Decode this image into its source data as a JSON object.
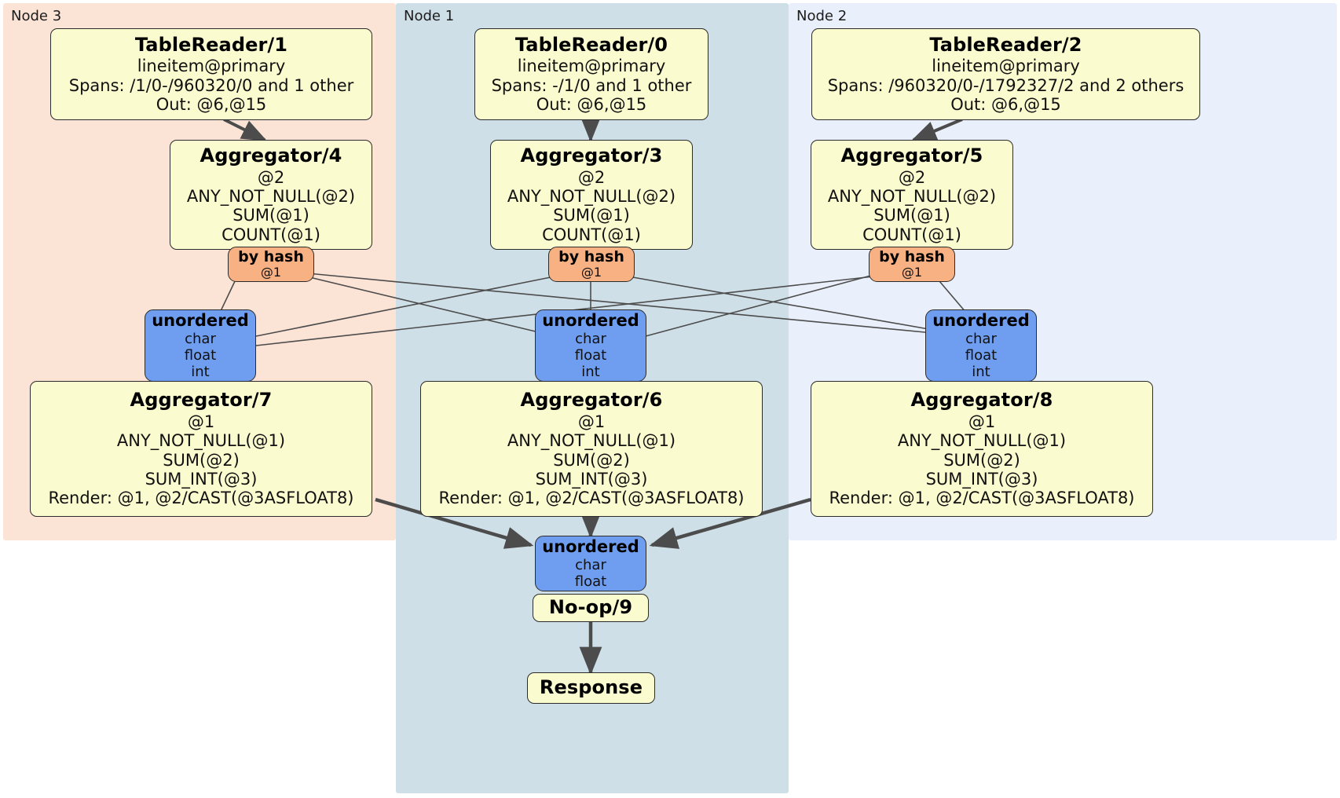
{
  "diagram": {
    "type": "distributed-query-plan",
    "colors": {
      "node3_bg": "#fbe3d6",
      "node1_bg": "#cfdfe8",
      "node2_bg": "#eaf0fb",
      "processor_bg": "#fbfbd0",
      "router_bg": "#f7b183",
      "synchronizer_bg": "#6f9ef0",
      "stroke": "#2b2b2b",
      "edge": "#4c4c4c"
    }
  },
  "clusters": [
    {
      "id": "node3",
      "label": "Node 3"
    },
    {
      "id": "node1",
      "label": "Node 1"
    },
    {
      "id": "node2",
      "label": "Node 2"
    }
  ],
  "table_readers": {
    "tr1": {
      "title": "TableReader/1",
      "table": "lineitem@primary",
      "spans": "Spans: /1/0-/960320/0 and 1 other",
      "out": "Out: @6,@15"
    },
    "tr0": {
      "title": "TableReader/0",
      "table": "lineitem@primary",
      "spans": "Spans: -/1/0 and 1 other",
      "out": "Out: @6,@15"
    },
    "tr2": {
      "title": "TableReader/2",
      "table": "lineitem@primary",
      "spans": "Spans: /960320/0-/1792327/2 and 2 others",
      "out": "Out: @6,@15"
    }
  },
  "aggregators_stage1": {
    "agg4": {
      "title": "Aggregator/4",
      "group": "@2",
      "f1": "ANY_NOT_NULL(@2)",
      "f2": "SUM(@1)",
      "f3": "COUNT(@1)"
    },
    "agg3": {
      "title": "Aggregator/3",
      "group": "@2",
      "f1": "ANY_NOT_NULL(@2)",
      "f2": "SUM(@1)",
      "f3": "COUNT(@1)"
    },
    "agg5": {
      "title": "Aggregator/5",
      "group": "@2",
      "f1": "ANY_NOT_NULL(@2)",
      "f2": "SUM(@1)",
      "f3": "COUNT(@1)"
    }
  },
  "routers": {
    "r4": {
      "title": "by hash",
      "key": "@1"
    },
    "r3": {
      "title": "by hash",
      "key": "@1"
    },
    "r5": {
      "title": "by hash",
      "key": "@1"
    }
  },
  "synchronizers_mid": {
    "s7": {
      "title": "unordered",
      "t1": "char",
      "t2": "float",
      "t3": "int"
    },
    "s6": {
      "title": "unordered",
      "t1": "char",
      "t2": "float",
      "t3": "int"
    },
    "s8": {
      "title": "unordered",
      "t1": "char",
      "t2": "float",
      "t3": "int"
    }
  },
  "aggregators_stage2": {
    "agg7": {
      "title": "Aggregator/7",
      "group": "@1",
      "f1": "ANY_NOT_NULL(@1)",
      "f2": "SUM(@2)",
      "f3": "SUM_INT(@3)",
      "render": "Render: @1, @2/CAST(@3ASFLOAT8)"
    },
    "agg6": {
      "title": "Aggregator/6",
      "group": "@1",
      "f1": "ANY_NOT_NULL(@1)",
      "f2": "SUM(@2)",
      "f3": "SUM_INT(@3)",
      "render": "Render: @1, @2/CAST(@3ASFLOAT8)"
    },
    "agg8": {
      "title": "Aggregator/8",
      "group": "@1",
      "f1": "ANY_NOT_NULL(@1)",
      "f2": "SUM(@2)",
      "f3": "SUM_INT(@3)",
      "render": "Render: @1, @2/CAST(@3ASFLOAT8)"
    }
  },
  "final": {
    "sync": {
      "title": "unordered",
      "t1": "char",
      "t2": "float"
    },
    "noop": {
      "title": "No-op/9"
    },
    "response": {
      "title": "Response"
    }
  }
}
